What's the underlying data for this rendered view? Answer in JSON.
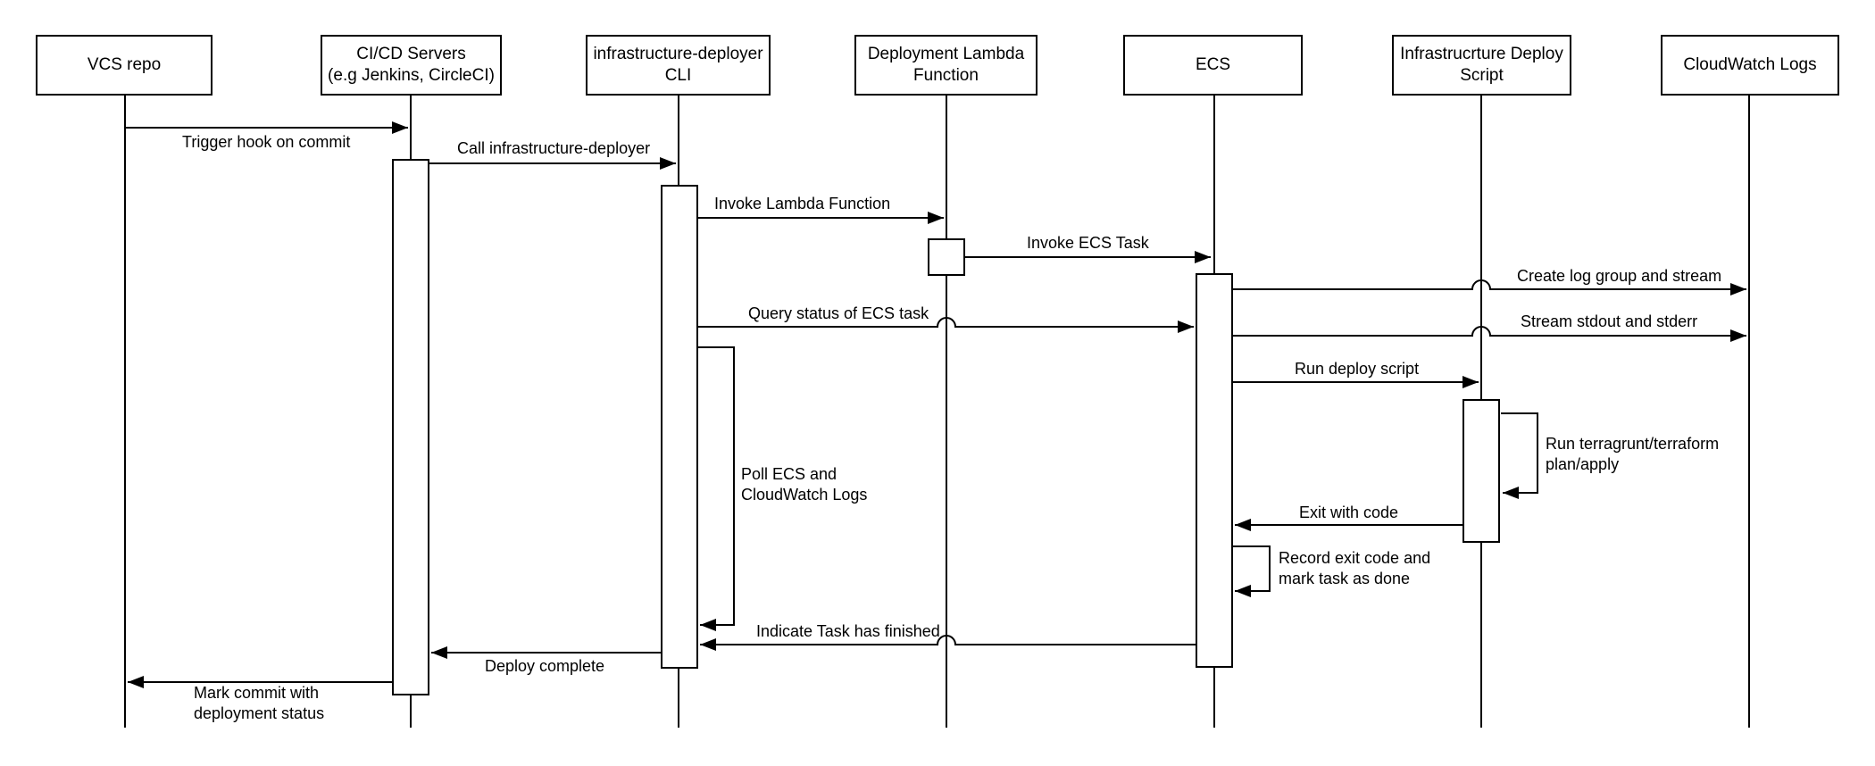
{
  "diagram_type": "uml-sequence",
  "colors": {
    "line": "#000000",
    "background": "#ffffff",
    "text": "#000000"
  },
  "actors": [
    {
      "id": "vcs-repo",
      "label": "VCS repo"
    },
    {
      "id": "cicd-servers",
      "label": "CI/CD Servers\n(e.g Jenkins, CircleCI)"
    },
    {
      "id": "infrastructure-deployer-cli",
      "label": "infrastructure-deployer\nCLI"
    },
    {
      "id": "deployment-lambda-function",
      "label": "Deployment Lambda\nFunction"
    },
    {
      "id": "ecs",
      "label": "ECS"
    },
    {
      "id": "infrastructure-deploy-script",
      "label": "Infrastrucrture Deploy\nScript"
    },
    {
      "id": "cloudwatch-logs",
      "label": "CloudWatch Logs"
    }
  ],
  "messages": [
    {
      "label": "Trigger hook on commit",
      "from": "VCS repo",
      "to": "CI/CD Servers"
    },
    {
      "label": "Call infrastructure-deployer",
      "from": "CI/CD Servers",
      "to": "infrastructure-deployer CLI"
    },
    {
      "label": "Invoke Lambda Function",
      "from": "infrastructure-deployer CLI",
      "to": "Deployment Lambda Function"
    },
    {
      "label": "Invoke ECS Task",
      "from": "Deployment Lambda Function",
      "to": "ECS"
    },
    {
      "label": "Create log group and stream",
      "from": "ECS",
      "to": "CloudWatch Logs"
    },
    {
      "label": "Query status of ECS task",
      "from": "infrastructure-deployer CLI",
      "to": "ECS"
    },
    {
      "label": "Stream stdout and stderr",
      "from": "ECS",
      "to": "CloudWatch Logs"
    },
    {
      "label": "Run deploy script",
      "from": "ECS",
      "to": "Infrastrucrture Deploy Script"
    },
    {
      "label": "Run terragrunt/terraform\nplan/apply",
      "from": "Infrastrucrture Deploy Script",
      "to": "Infrastrucrture Deploy Script"
    },
    {
      "label": "Exit with code",
      "from": "Infrastrucrture Deploy Script",
      "to": "ECS"
    },
    {
      "label": "Record exit code and\nmark task as done",
      "from": "ECS",
      "to": "ECS"
    },
    {
      "label": "Poll ECS and\nCloudWatch Logs",
      "from": "infrastructure-deployer CLI",
      "to": "infrastructure-deployer CLI"
    },
    {
      "label": "Indicate Task has finished",
      "from": "ECS",
      "to": "infrastructure-deployer CLI"
    },
    {
      "label": "Deploy complete",
      "from": "infrastructure-deployer CLI",
      "to": "CI/CD Servers"
    },
    {
      "label": "Mark commit with\ndeployment status",
      "from": "CI/CD Servers",
      "to": "VCS repo"
    }
  ]
}
